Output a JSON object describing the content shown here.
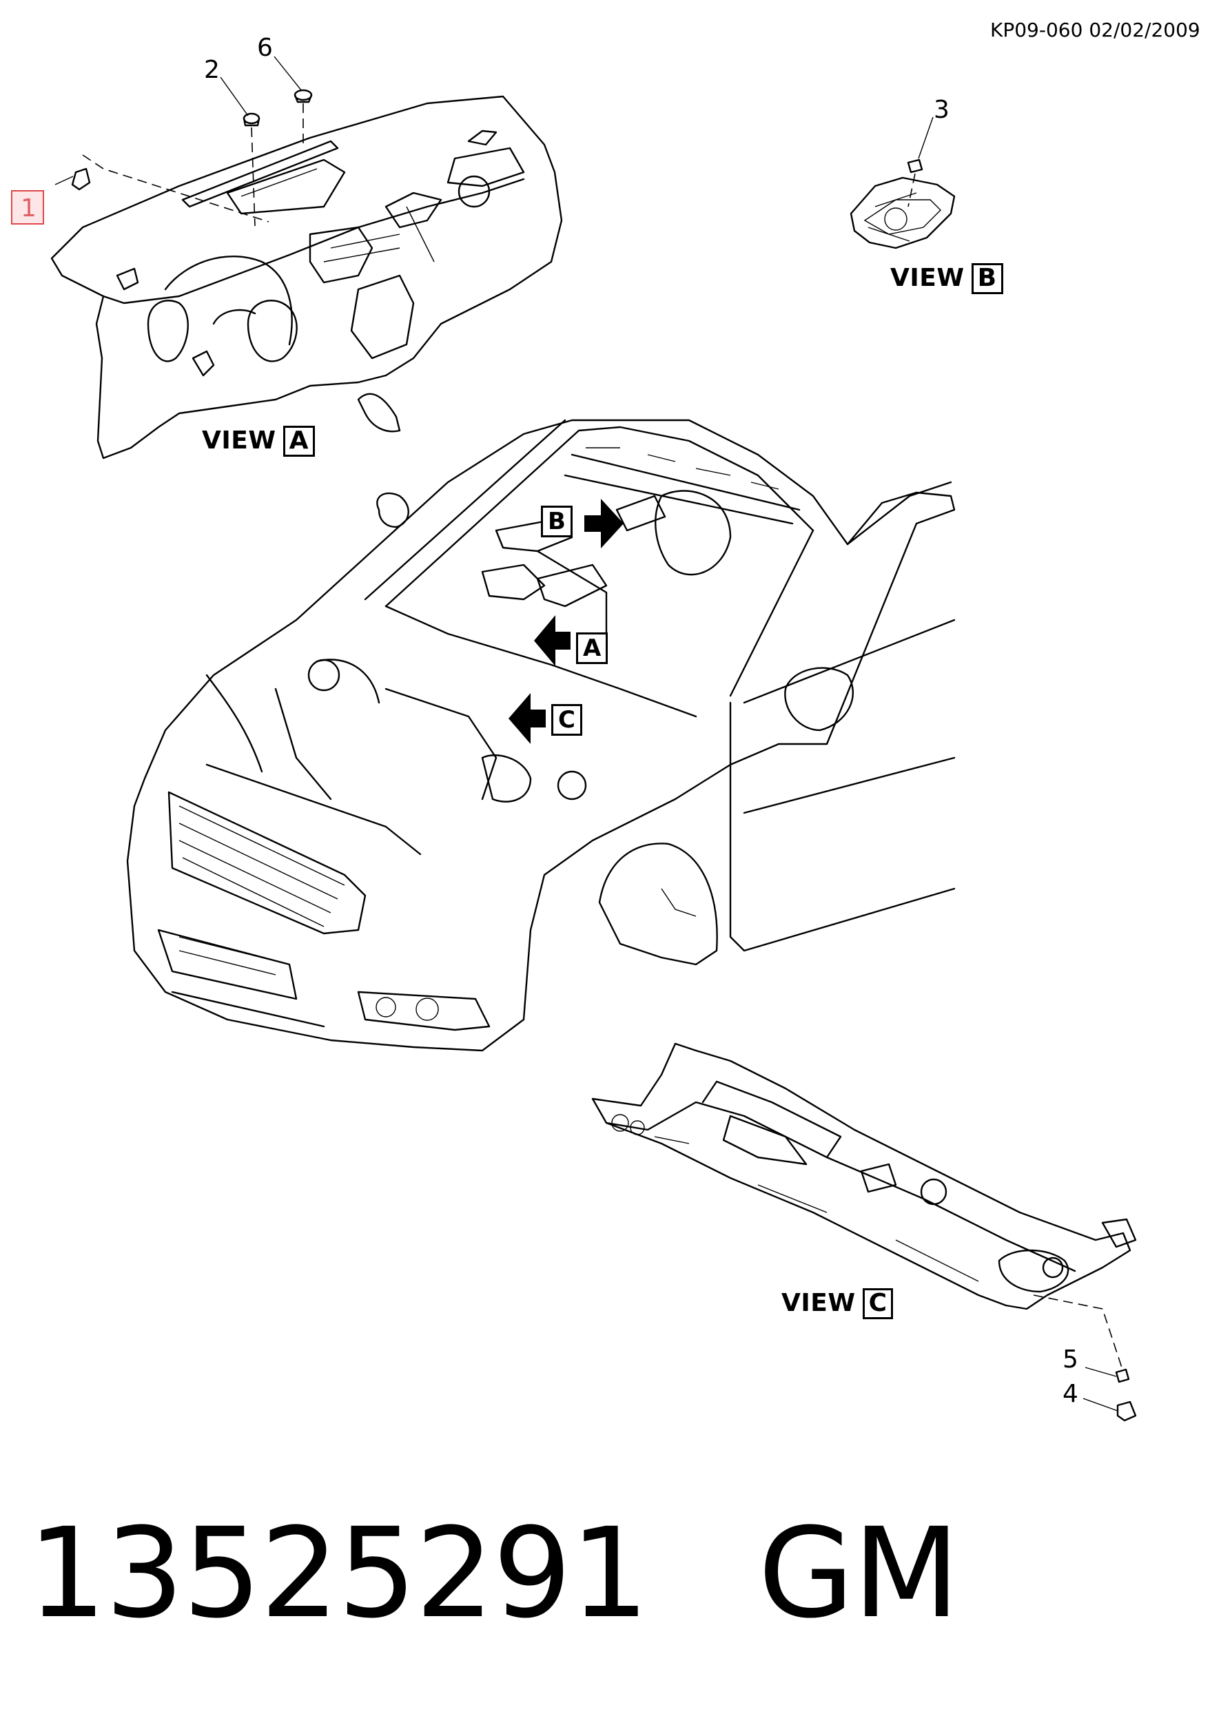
{
  "document_ref": "KP09-060 02/02/2009",
  "callouts": {
    "c1": "1",
    "c2": "2",
    "c3": "3",
    "c4": "4",
    "c5": "5",
    "c6": "6"
  },
  "views": {
    "a": {
      "word": "VIEW",
      "letter": "A"
    },
    "b": {
      "word": "VIEW",
      "letter": "B"
    },
    "c": {
      "word": "VIEW",
      "letter": "C"
    }
  },
  "arrows": {
    "a": "A",
    "b": "B",
    "c": "C"
  },
  "part_number": "13525291",
  "manufacturer": "GM",
  "highlighted_callout": "1"
}
